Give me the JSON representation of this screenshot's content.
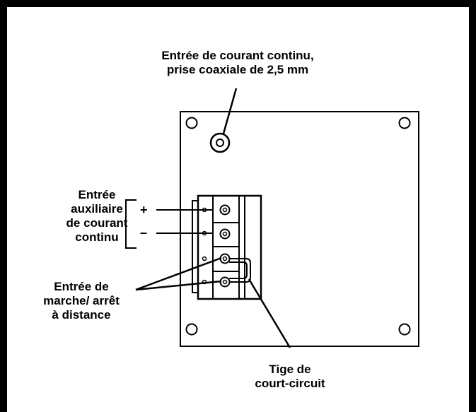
{
  "labels": {
    "dc_input_line1": "Entrée de courant continu,",
    "dc_input_line2": "prise coaxiale de 2,5 mm",
    "aux_line1": "Entrée",
    "aux_line2": "auxiliaire",
    "aux_line3": "de courant",
    "aux_line4": "continu",
    "plus": "+",
    "minus": "–",
    "remote_line1": "Entrée de",
    "remote_line2": "marche/ arrêt",
    "remote_line3": "à distance",
    "jumper_line1": "Tige de",
    "jumper_line2": "court-circuit"
  },
  "colors": {
    "ink": "#000000",
    "paper": "#ffffff"
  }
}
